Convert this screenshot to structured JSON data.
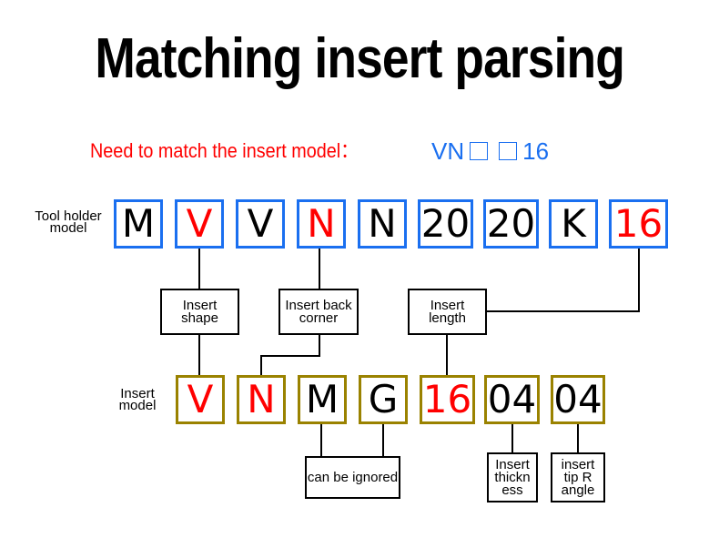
{
  "title": "Matching insert parsing",
  "subtitle": {
    "label": "Need to match the insert model：",
    "model_prefix": "VN",
    "blank_count": 2,
    "model_suffix": "16"
  },
  "colors": {
    "holder_border": "#1a6ff0",
    "insert_border": "#9a8200",
    "highlight_text": "#ff0000",
    "subtitle_text": "#ff0000",
    "model_hint_text": "#1a6ff0"
  },
  "tool_holder": {
    "label_line1": "Tool holder",
    "label_line2": "model",
    "codes": [
      {
        "text": "M",
        "highlight": false
      },
      {
        "text": "V",
        "highlight": true
      },
      {
        "text": "V",
        "highlight": false
      },
      {
        "text": "N",
        "highlight": true
      },
      {
        "text": "N",
        "highlight": false
      },
      {
        "text": "20",
        "highlight": false
      },
      {
        "text": "20",
        "highlight": false
      },
      {
        "text": "K",
        "highlight": false
      },
      {
        "text": "16",
        "highlight": true
      }
    ]
  },
  "insert_model": {
    "label_line1": "Insert",
    "label_line2": "model",
    "codes": [
      {
        "text": "V",
        "highlight": true
      },
      {
        "text": "N",
        "highlight": true
      },
      {
        "text": "M",
        "highlight": false
      },
      {
        "text": "G",
        "highlight": false
      },
      {
        "text": "16",
        "highlight": true
      },
      {
        "text": "04",
        "highlight": false
      },
      {
        "text": "04",
        "highlight": false
      }
    ]
  },
  "annotations": {
    "insert_shape": [
      "Insert",
      "shape"
    ],
    "insert_back_corner": [
      "Insert back",
      "corner"
    ],
    "insert_length": [
      "Insert",
      "length"
    ],
    "can_be_ignored": [
      "can be ignored"
    ],
    "insert_thickness": [
      "Insert",
      "thickn",
      "ess"
    ],
    "insert_tip_r_angle": [
      "insert",
      "tip R",
      "angle"
    ]
  }
}
